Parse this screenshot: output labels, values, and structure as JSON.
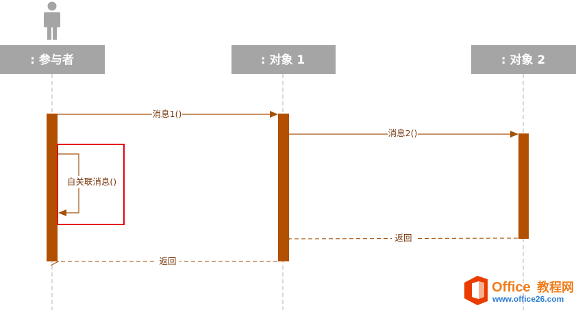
{
  "lifelines": [
    {
      "label": ": 参与者"
    },
    {
      "label": ": 对象 1"
    },
    {
      "label": ": 对象 2"
    }
  ],
  "messages": {
    "msg1": "消息1()",
    "msg2": "消息2()",
    "self": "自关联消息()",
    "return1": "返回",
    "return2": "返回"
  },
  "colors": {
    "header_bg": "#a5a5a5",
    "activation": "#b24f00",
    "arrow": "#a3520a",
    "highlight": "#e3000f",
    "actor": "#a5a5a5"
  },
  "watermark": {
    "brand_main": "Office",
    "brand_cn": "教程网",
    "url": "www.office26.com"
  }
}
